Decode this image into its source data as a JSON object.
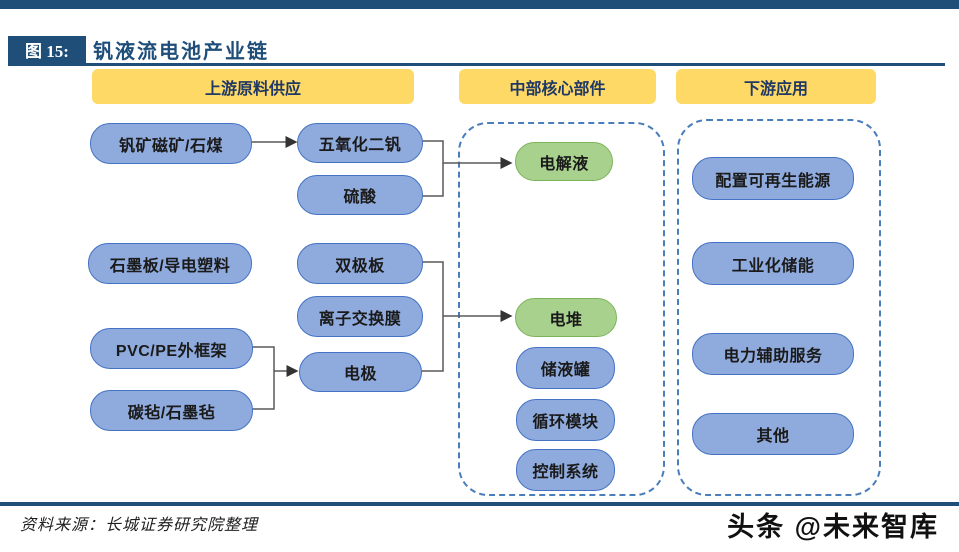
{
  "page": {
    "figure_label": "图 15:",
    "figure_title": "钒液流电池产业链",
    "source": "资料来源：长城证券研究院整理",
    "watermark": "头条 @未来智库"
  },
  "headers": {
    "upstream": "上游原料供应",
    "midstream": "中部核心部件",
    "downstream": "下游应用"
  },
  "nodes": {
    "vanadium_ore": "钒矿磁矿/石煤",
    "v2o5": "五氧化二钒",
    "sulfuric_acid": "硫酸",
    "graphite_plate": "石墨板/导电塑料",
    "bipolar_plate": "双极板",
    "ion_exchange_membrane": "离子交换膜",
    "pvc_pe_frame": "PVC/PE外框架",
    "electrode": "电极",
    "carbon_felt": "碳毡/石墨毡",
    "electrolyte": "电解液",
    "stack": "电堆",
    "storage_tank": "储液罐",
    "circulation_module": "循环模块",
    "control_system": "控制系统",
    "renewable_energy_config": "配置可再生能源",
    "industrial_storage": "工业化储能",
    "power_ancillary_service": "电力辅助服务",
    "other": "其他"
  },
  "colors": {
    "accent_navy": "#1F4E79",
    "header_yellow": "#FFD966",
    "header_text": "#1F3864",
    "node_blue_fill": "#8FAADC",
    "node_blue_border": "#4472C4",
    "node_green_fill": "#A9D18E",
    "node_green_border": "#7CB45A",
    "container_dash_border": "#4A7EBB",
    "connector_line": "#595959"
  }
}
